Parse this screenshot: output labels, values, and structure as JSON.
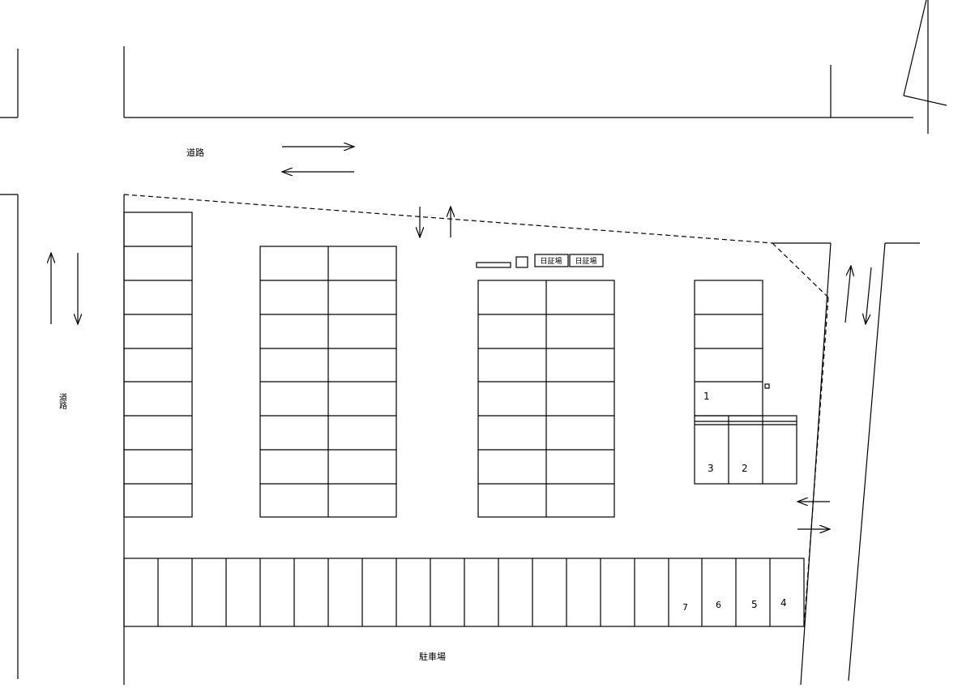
{
  "labels": {
    "road_top": "道路",
    "road_left": "道路",
    "parking_lot": "駐車場"
  },
  "signs": {
    "sign_left": "日証場",
    "sign_right": "日証場"
  },
  "space_numbers": {
    "n1": "1",
    "n2": "2",
    "n3": "3",
    "n4": "4",
    "n5": "5",
    "n6": "6",
    "n7": "7"
  }
}
